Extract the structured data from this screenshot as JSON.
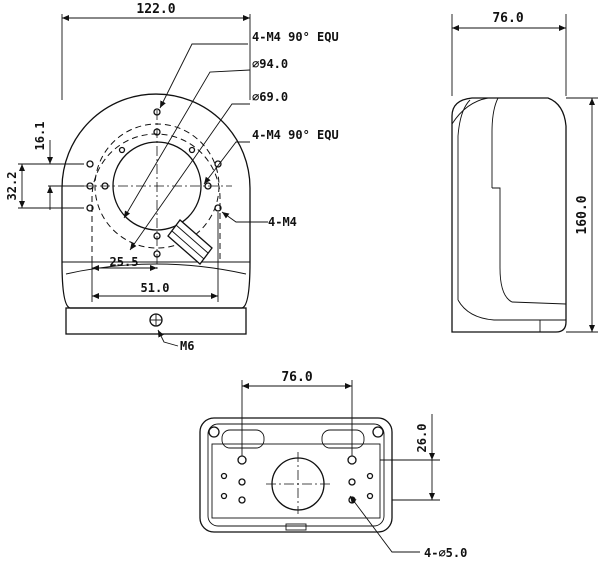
{
  "front_view": {
    "width_dim": "122.0",
    "pcd_outer": "∅94.0",
    "pcd_inner": "∅69.0",
    "holes_top": "4-M4 90° EQU",
    "holes_mid": "4-M4 90° EQU",
    "holes_side": "4-M4",
    "dim_16": "16.1",
    "dim_32": "32.2",
    "dim_25": "25.5",
    "dim_51": "51.0",
    "screw": "M6"
  },
  "side_view": {
    "depth_dim": "76.0",
    "height_dim": "160.0"
  },
  "bottom_view": {
    "hole_spacing": "76.0",
    "hole_offset": "26.0",
    "holes": "4-∅5.0"
  }
}
